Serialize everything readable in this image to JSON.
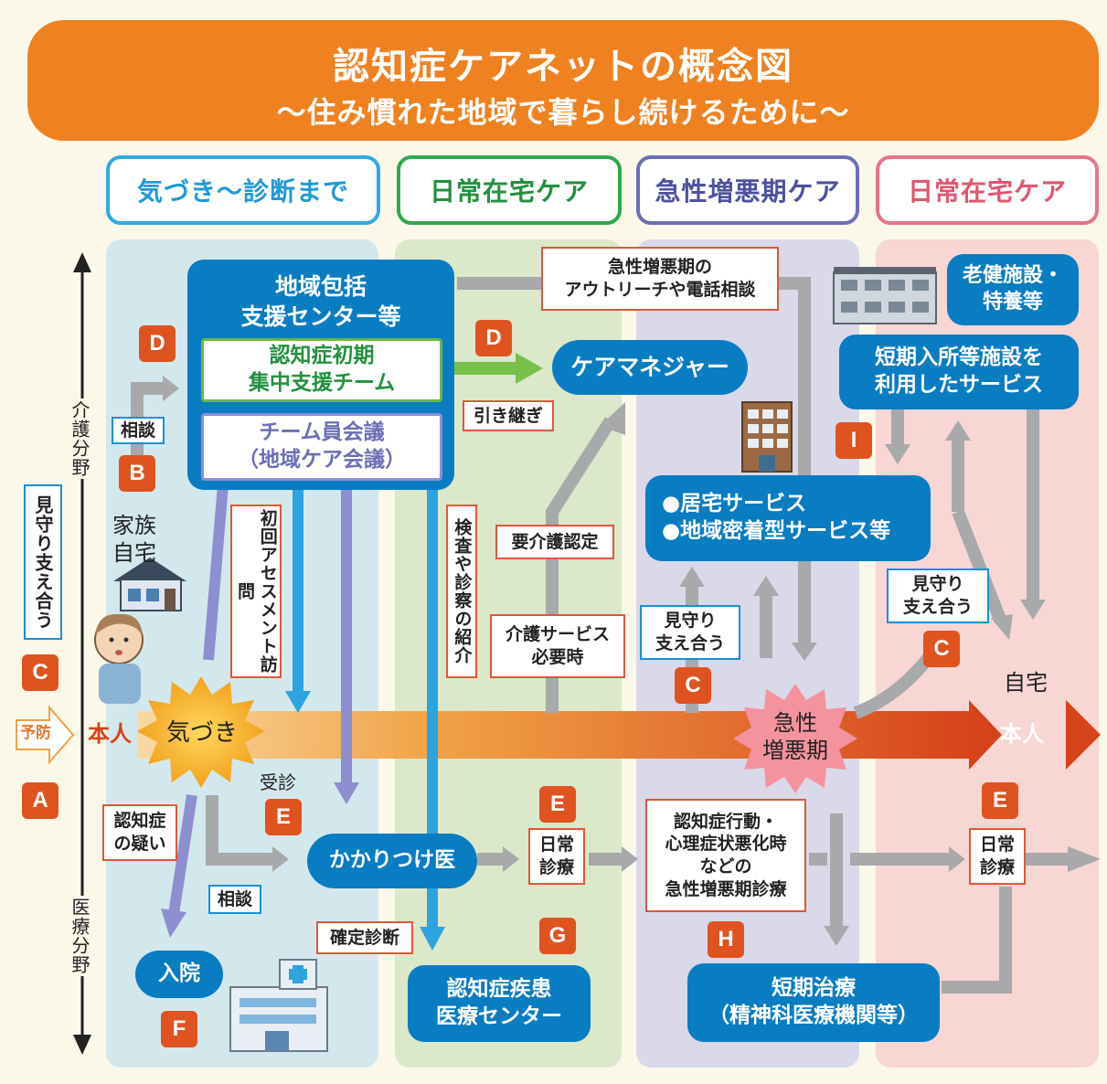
{
  "title": {
    "main": "認知症ケアネットの概念図",
    "sub": "～住み慣れた地域で暮らし続けるために～"
  },
  "columns": [
    {
      "label": "気づき～診断まで",
      "color": "#31a9e0"
    },
    {
      "label": "日常在宅ケア",
      "color": "#2fa84f"
    },
    {
      "label": "急性増悪期ケア",
      "color": "#6b6fb5"
    },
    {
      "label": "日常在宅ケア",
      "color": "#e8738a"
    }
  ],
  "axis": {
    "care_field": "介護分野",
    "medical_field": "医療分野",
    "mimamori_vertical": "見守り支え合う",
    "prevention": "予防"
  },
  "boxes": {
    "chiiki_houkatsu": "地域包括\n支援センター等",
    "shoki_team": "認知症初期\n集中支援チーム",
    "team_meeting": "チーム員会議\n（地域ケア会議）",
    "care_manager": "ケアマネジャー",
    "roken": "老健施設・\n特養等",
    "tanki_nyusho": "短期入所等施設を\n利用したサービス",
    "kyotaku": "●居宅サービス\n●地域密着型サービス等",
    "kakaritsuke": "かかりつけ医",
    "nyuin": "入院",
    "shikkan_center": "認知症疾患\n医療センター",
    "tanki_chiryo": "短期治療\n（精神科医療機関等）"
  },
  "labels": {
    "outreach": "急性増悪期の\nアウトリーチや電話相談",
    "soudan_top": "相談",
    "hikitsugi": "引き継ぎ",
    "shokai_assessment": "初回アセスメント訪問",
    "kensa": "検査や診察の紹介",
    "yokaigo": "要介護認定",
    "kaigo_service": "介護サービス\n必要時",
    "mimamori_mid": "見守り\n支え合う",
    "mimamori_right": "見守り\n支え合う",
    "ninchisho_utagai": "認知症\nの疑い",
    "soudan_bottom": "相談",
    "kakutei": "確定診断",
    "nichijo_shinryo_1": "日常\n診療",
    "kodo_shinri": "認知症行動・\n心理症状悪化時\nなどの\n急性増悪期診療",
    "nichijo_shinryo_2": "日常\n診療"
  },
  "plain_text": {
    "family_home": "家族\n自宅",
    "jushin": "受診",
    "jitaku": "自宅"
  },
  "flow": {
    "honnin_left": "本人",
    "kizuki": "気づき",
    "kyusei": "急性\n増悪期",
    "honnin_right": "本人"
  },
  "badges": {
    "d1": "D",
    "b": "B",
    "c1": "C",
    "a": "A",
    "d2": "D",
    "i": "I",
    "c2": "C",
    "c3": "C",
    "e1": "E",
    "e2": "E",
    "e3": "E",
    "g": "G",
    "h": "H",
    "f": "F"
  }
}
